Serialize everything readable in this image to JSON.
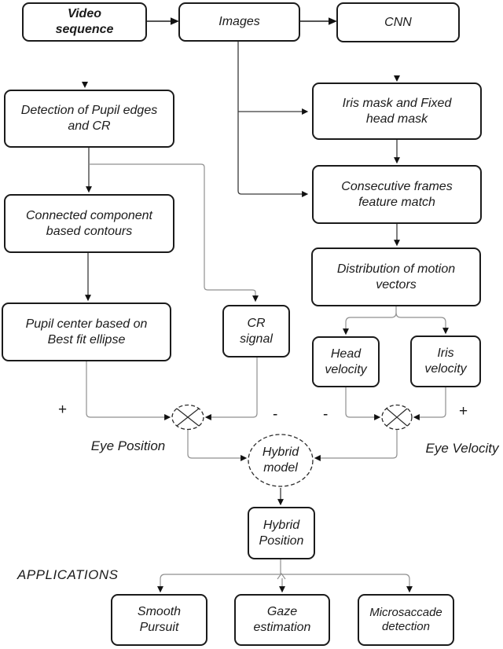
{
  "nodes": {
    "video_sequence": "Video\nsequence",
    "images": "Images",
    "cnn": "CNN",
    "detection": "Detection of Pupil edges\nand CR",
    "connected": "Connected component\nbased contours",
    "pupil_center": "Pupil center based on\nBest fit ellipse",
    "cr_signal": "CR\nsignal",
    "iris_mask": "Iris mask and Fixed\nhead mask",
    "consecutive": "Consecutive frames\nfeature match",
    "distribution": "Distribution of motion\nvectors",
    "head_velocity": "Head\nvelocity",
    "iris_velocity": "Iris\nvelocity",
    "hybrid_model": "Hybrid\nmodel",
    "hybrid_position": "Hybrid\nPosition",
    "smooth_pursuit": "Smooth\nPursuit",
    "gaze_estimation": "Gaze\nestimation",
    "microsaccade": "Microsaccade\ndetection"
  },
  "labels": {
    "eye_position": "Eye Position",
    "eye_velocity": "Eye Velocity",
    "applications": "APPLICATIONS"
  },
  "signs": {
    "pupil_input": "+",
    "cr_input": "-",
    "head_input": "-",
    "iris_input": "+"
  },
  "colors": {
    "background": "#ffffff",
    "box_border": "#1b1b1b",
    "connector_gray": "#8f8f8f",
    "connector_dark": "#3a3a3a",
    "arrowhead": "#111111"
  }
}
